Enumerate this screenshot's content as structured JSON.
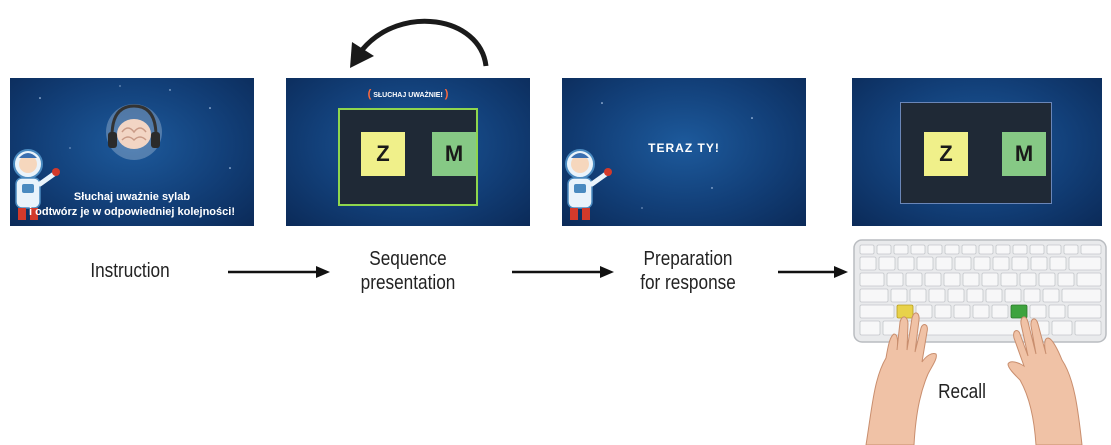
{
  "steps": [
    {
      "caption": "Instruction"
    },
    {
      "caption": "Sequence\npresentation"
    },
    {
      "caption": "Preparation\nfor response"
    },
    {
      "caption": "Recall"
    }
  ],
  "instruction_screen": {
    "text": "Słuchaj uważnie sylab\ni odtwórz je w odpowiedniej kolejności!"
  },
  "sequence_screen": {
    "banner": "SŁUCHAJ UWAŻNIE!",
    "letters": [
      "Z",
      "M"
    ]
  },
  "preparation_screen": {
    "text": "TERAZ  TY!"
  },
  "recall_screen": {
    "letters": [
      "Z",
      "M"
    ]
  },
  "colors": {
    "tile_yellow": "#f0f08a",
    "tile_green": "#86c985",
    "frame_green": "#8fd64d",
    "key_green": "#3ea33e",
    "key_yellow": "#e8d24a"
  }
}
